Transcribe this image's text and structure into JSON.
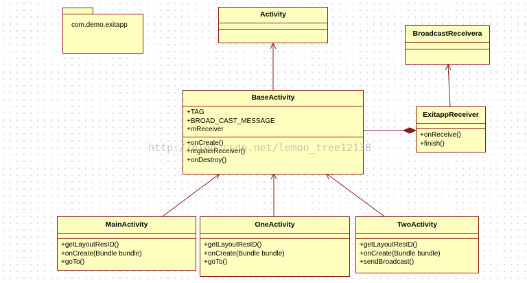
{
  "package": {
    "name": "com.demo.exitapp"
  },
  "classes": {
    "activity": {
      "name": "Activity"
    },
    "broadcast_receiver": {
      "name": "BroadcastReceivera"
    },
    "base_activity": {
      "name": "BaseActivity",
      "attributes": [
        "+TAG",
        "+BROAD_CAST_MESSAGE",
        "+mReceiver"
      ],
      "operations": [
        "+onCreate()",
        "+registerReceiver()",
        "+onDestroy()"
      ]
    },
    "exitapp_receiver": {
      "name": "ExitappReceiver",
      "operations": [
        "+onReceive()",
        "+finish()"
      ]
    },
    "main_activity": {
      "name": "MainActivity",
      "operations": [
        "+getLayoutResID()",
        "+onCreate(Bundle bundle)",
        "+goTo()"
      ]
    },
    "one_activity": {
      "name": "OneActivity",
      "operations": [
        "+getLayoutResID()",
        "+onCreate(Bundle bundle)",
        "+goTo()"
      ]
    },
    "two_activity": {
      "name": "TwoActivity",
      "operations": [
        "+getLayoutResID()",
        "+onCreate(Bundle bundle)",
        "+sendBroadcast()"
      ]
    }
  },
  "watermark": "http://blog.csdn.net/lemon_tree12138",
  "colors": {
    "class_fill": "#ffffc0",
    "border": "#8b1a1a",
    "line": "#8b1a1a"
  }
}
